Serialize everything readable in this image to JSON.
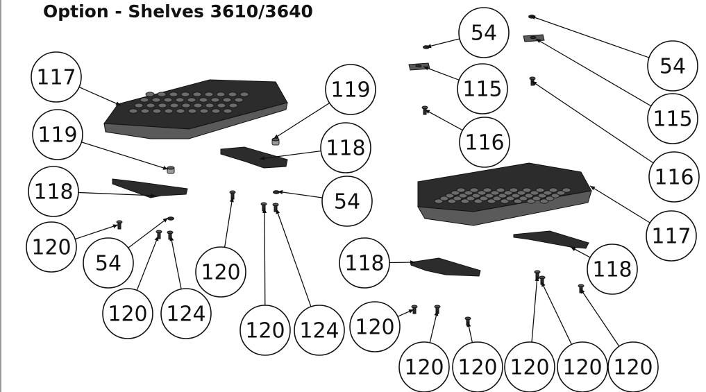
{
  "title": "Option - Shelves 3610/3640",
  "balloons": [
    {
      "id": "b1",
      "label": "117"
    },
    {
      "id": "b2",
      "label": "119"
    },
    {
      "id": "b3",
      "label": "119"
    },
    {
      "id": "b4",
      "label": "118"
    },
    {
      "id": "b5",
      "label": "118"
    },
    {
      "id": "b6",
      "label": "120"
    },
    {
      "id": "b7",
      "label": "54"
    },
    {
      "id": "b8",
      "label": "54"
    },
    {
      "id": "b9",
      "label": "120"
    },
    {
      "id": "b10",
      "label": "120"
    },
    {
      "id": "b11",
      "label": "124"
    },
    {
      "id": "b12",
      "label": "120"
    },
    {
      "id": "b13",
      "label": "124"
    },
    {
      "id": "b14",
      "label": "54"
    },
    {
      "id": "b15",
      "label": "115"
    },
    {
      "id": "b16",
      "label": "116"
    },
    {
      "id": "b17",
      "label": "54"
    },
    {
      "id": "b18",
      "label": "115"
    },
    {
      "id": "b19",
      "label": "116"
    },
    {
      "id": "b20",
      "label": "117"
    },
    {
      "id": "b21",
      "label": "118"
    },
    {
      "id": "b22",
      "label": "118"
    },
    {
      "id": "b23",
      "label": "120"
    },
    {
      "id": "b24",
      "label": "120"
    },
    {
      "id": "b25",
      "label": "120"
    },
    {
      "id": "b26",
      "label": "120"
    },
    {
      "id": "b27",
      "label": "120"
    },
    {
      "id": "b28",
      "label": "120"
    }
  ]
}
